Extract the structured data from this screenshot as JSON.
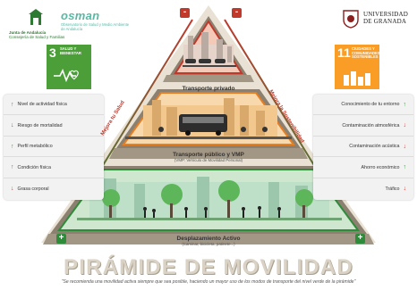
{
  "header": {
    "junta_name": "Junta de Andalucía",
    "junta_sub": "Consejería de Salud y Familias",
    "osman_title": "osman",
    "osman_sub": "Observatorio de Salud y Medio Ambiente de Andalucía",
    "ugr_name": "UNIVERSIDAD DE GRANADA"
  },
  "sdg3": {
    "number": "3",
    "title": "SALUD Y BIENESTAR",
    "color": "#4c9f38"
  },
  "sdg11": {
    "number": "11",
    "title": "CIUDADES Y COMUNIDADES SOSTENIBLES",
    "color": "#f99d26"
  },
  "left_panel": [
    {
      "label": "Nivel de actividad física",
      "direction": "up"
    },
    {
      "label": "Riesgo de mortalidad",
      "direction": "down"
    },
    {
      "label": "Perfil metabólico",
      "direction": "up"
    },
    {
      "label": "Condición física",
      "direction": "up"
    },
    {
      "label": "Grasa corporal",
      "direction": "down"
    }
  ],
  "right_panel": [
    {
      "label": "Conocimiento de tu entorno",
      "direction": "up"
    },
    {
      "label": "Contaminación atmosférica",
      "direction": "down"
    },
    {
      "label": "Contaminación acústica",
      "direction": "down"
    },
    {
      "label": "Ahorro económico",
      "direction": "up"
    },
    {
      "label": "Tráfico",
      "direction": "down"
    }
  ],
  "levels": {
    "top": {
      "label": "Transporte privado",
      "color": "#c0392b"
    },
    "middle": {
      "label": "Transporte público y VMP",
      "sub": "(VMP: Vehículo de Movilidad Personal)",
      "color": "#e67e22"
    },
    "bottom": {
      "label": "Desplazamiento Activo",
      "sub": "(Caminar, bicicleta, patinete...)",
      "color": "#2e8b3a"
    }
  },
  "diagonals": {
    "left": "Mejora tu Salud",
    "right": "Mejora la Sostenibilidad"
  },
  "signs": {
    "minus": "-",
    "plus": "+"
  },
  "title": "PIRÁMIDE DE MOVILIDAD",
  "footnote": "\"Se recomienda una movilidad activa siempre que sea posible, haciendo un mayor uso de los modos de transporte del nivel verde de la pirámide\""
}
